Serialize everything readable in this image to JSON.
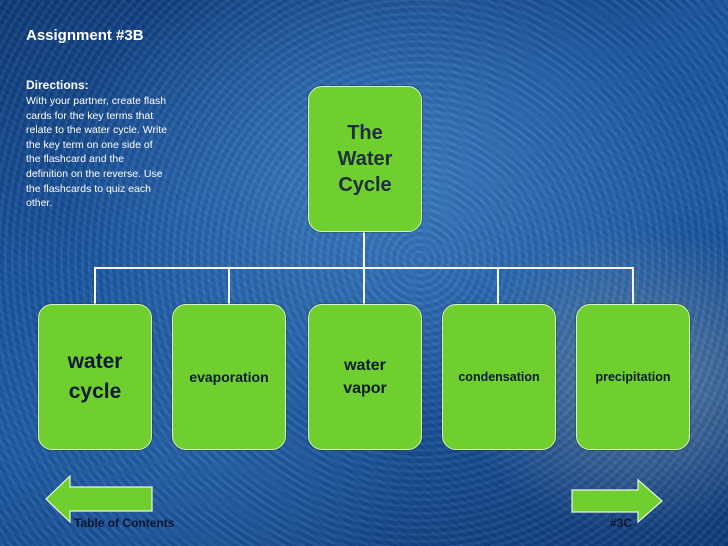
{
  "slide": {
    "title": "Assignment #3B",
    "directions_heading": "Directions:",
    "directions_text": "With your partner, create flash cards for the key terms that relate to the water cycle. Write the key term on one side of the flashcard and the definition on the reverse. Use the flashcards to quiz each other."
  },
  "diagram": {
    "root": "The Water Cycle",
    "children": [
      "water cycle",
      "evaporation",
      "water vapor",
      "condensation",
      "precipitation"
    ]
  },
  "nav": {
    "back_label": "Table of Contents",
    "next_label": "#3C"
  },
  "colors": {
    "box": "#6fcf2e",
    "connector": "#f4f6f8",
    "arrow": "#6fcf2e"
  }
}
